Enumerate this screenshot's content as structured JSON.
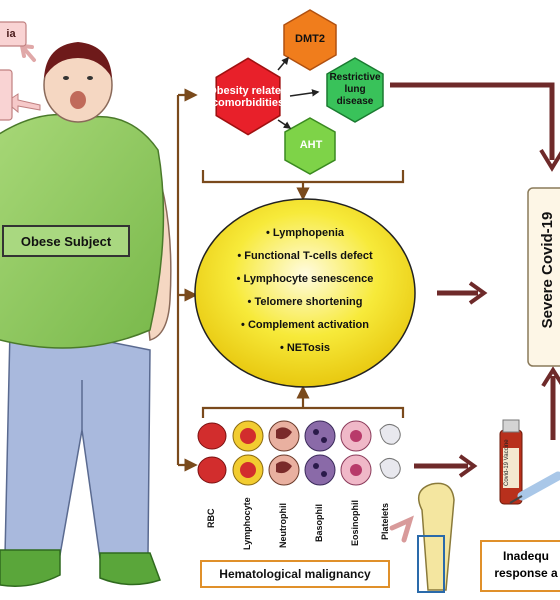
{
  "subject": {
    "label": "Obese Subject"
  },
  "partial_labels": {
    "top_left_tag": "ia"
  },
  "comorbidities": {
    "center": "Obesity related comorbidities",
    "dmt2": "DMT2",
    "restrictive": "Restrictive lung disease",
    "aht": "AHT"
  },
  "immune_effects": [
    "Lymphopenia",
    "Functional T-cells defect",
    "Lymphocyte senescence",
    "Telomere shortening",
    "Complement activation",
    "NETosis"
  ],
  "cells": [
    "RBC",
    "Lymphocyte",
    "Neutrophil",
    "Basophil",
    "Eosinophil",
    "Platelets"
  ],
  "hematological": {
    "label": "Hematological malignancy"
  },
  "outcome": {
    "label": "Severe Covid-19"
  },
  "vaccine": {
    "label": "Covid-19 Vaccine"
  },
  "inadequate": {
    "line1": "Inadequ",
    "line2": "response a"
  },
  "colors": {
    "arrow_brown": "#7a4a1c",
    "dark_arrow": "#6e2a2a",
    "hex_red": "#e8202a",
    "hex_orange": "#f07d1c",
    "hex_green": "#39c25a",
    "hex_lightgreen": "#7ed348",
    "ellipse_yellow": "#f5e51e",
    "outcome_bg": "#fdf6e6"
  }
}
